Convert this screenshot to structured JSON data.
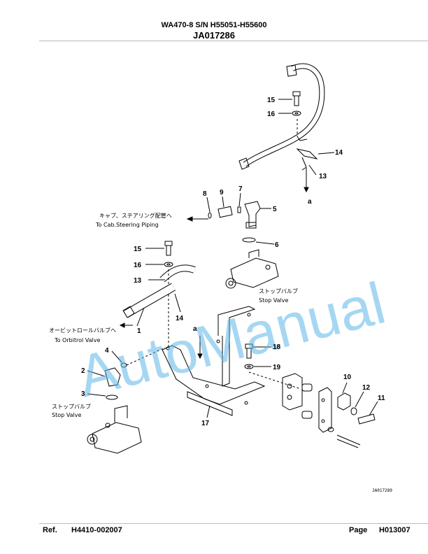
{
  "header": {
    "model": "WA470-8 S/N H55051-H55600",
    "illustration": "JA017286"
  },
  "watermark": "AutoManual",
  "footer": {
    "ref_label": "Ref.",
    "ref_value": "H4410-002007",
    "page_label": "Page",
    "page_value": "H013007"
  },
  "callouts": {
    "c1": "1",
    "c2": "2",
    "c3": "3",
    "c4": "4",
    "c5": "5",
    "c6": "6",
    "c7": "7",
    "c8": "8",
    "c9": "9",
    "c10": "10",
    "c11": "11",
    "c12": "12",
    "c13a": "13",
    "c13b": "13",
    "c14a": "14",
    "c14b": "14",
    "c15a": "15",
    "c15b": "15",
    "c16a": "16",
    "c16b": "16",
    "c17": "17",
    "c18": "18",
    "c19": "19",
    "a1": "a",
    "a2": "a"
  },
  "labels": {
    "cab_jp": "キャブ、ステアリング配管へ",
    "cab_en": "To Cab.Steering Piping",
    "orbitrol_jp": "オービットロールバルブへ",
    "orbitrol_en": "To Orbitrol Valve",
    "stop_jp_1": "ストップバルブ",
    "stop_en_1": "Stop Valve",
    "stop_jp_2": "ストップバルブ",
    "stop_en_2": "Stop Valve"
  },
  "drawing_id": "JA017289"
}
